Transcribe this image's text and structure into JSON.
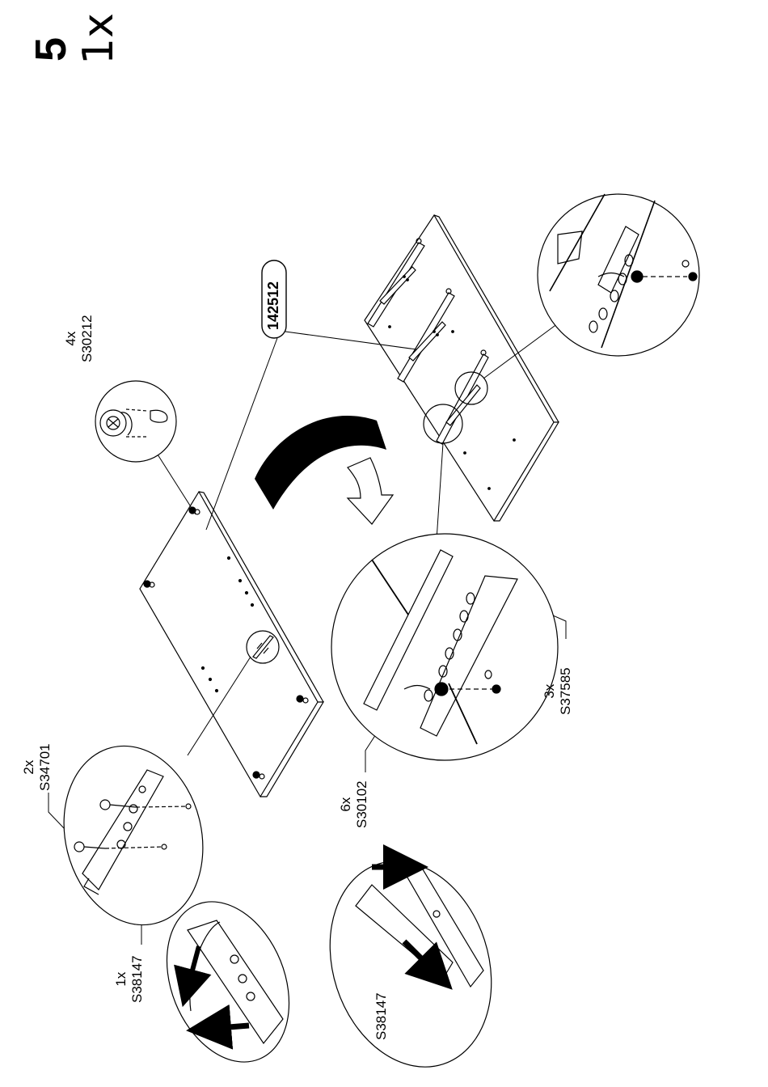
{
  "step": {
    "number": "5",
    "quantity": "1x"
  },
  "board_label": "142512",
  "parts": {
    "cam_lock": {
      "qty": "4x",
      "code": "S30212"
    },
    "screw": {
      "qty": "2x",
      "code": "S34701"
    },
    "bracket": {
      "qty": "1x",
      "code": "S38147"
    },
    "bracket_cap": {
      "code": "S38147"
    },
    "dowel": {
      "qty": "6x",
      "code": "S30102"
    },
    "runner": {
      "qty": "3x",
      "code": "S37585"
    }
  }
}
